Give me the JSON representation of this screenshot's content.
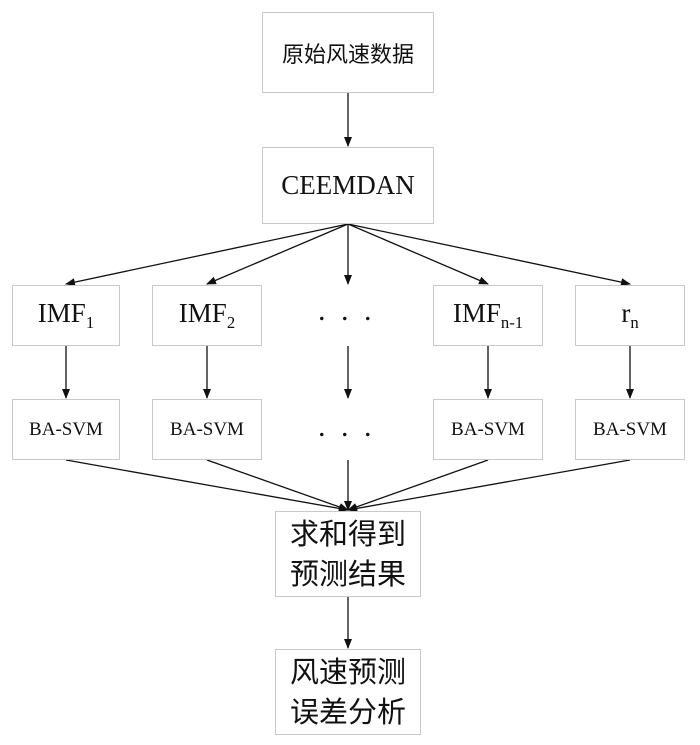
{
  "nodes": {
    "raw_data": "原始风速数据",
    "ceemdan": "CEEMDAN",
    "imf1": {
      "base": "IMF",
      "sub": "1"
    },
    "imf2": {
      "base": "IMF",
      "sub": "2"
    },
    "ellipsis": ". . .",
    "imfn1": {
      "base": "IMF",
      "sub": "n-1"
    },
    "rn": {
      "base": "r",
      "sub": "n"
    },
    "model": "BA-SVM",
    "sum_line1": "求和得到",
    "sum_line2": "预测结果",
    "err_line1": "风速预测",
    "err_line2": "误差分析"
  }
}
